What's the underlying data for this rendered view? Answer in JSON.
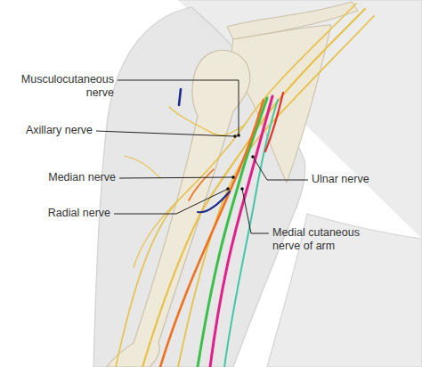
{
  "diagram": {
    "labels": [
      "Musculocutaneous nerve",
      "Axillary nerve",
      "Median nerve",
      "Radial nerve",
      "Ulnar nerve",
      "Medial cutaneous nerve of arm"
    ]
  }
}
